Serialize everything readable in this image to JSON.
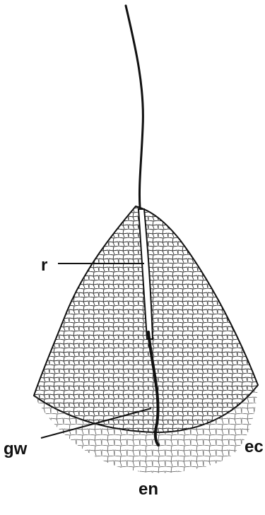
{
  "labels": {
    "r": "r",
    "gw": "gw",
    "ec": "ec",
    "en": "en"
  },
  "colors": {
    "ink": "#111111",
    "cell_wall": "#2a2a2a",
    "background": "#ffffff"
  }
}
